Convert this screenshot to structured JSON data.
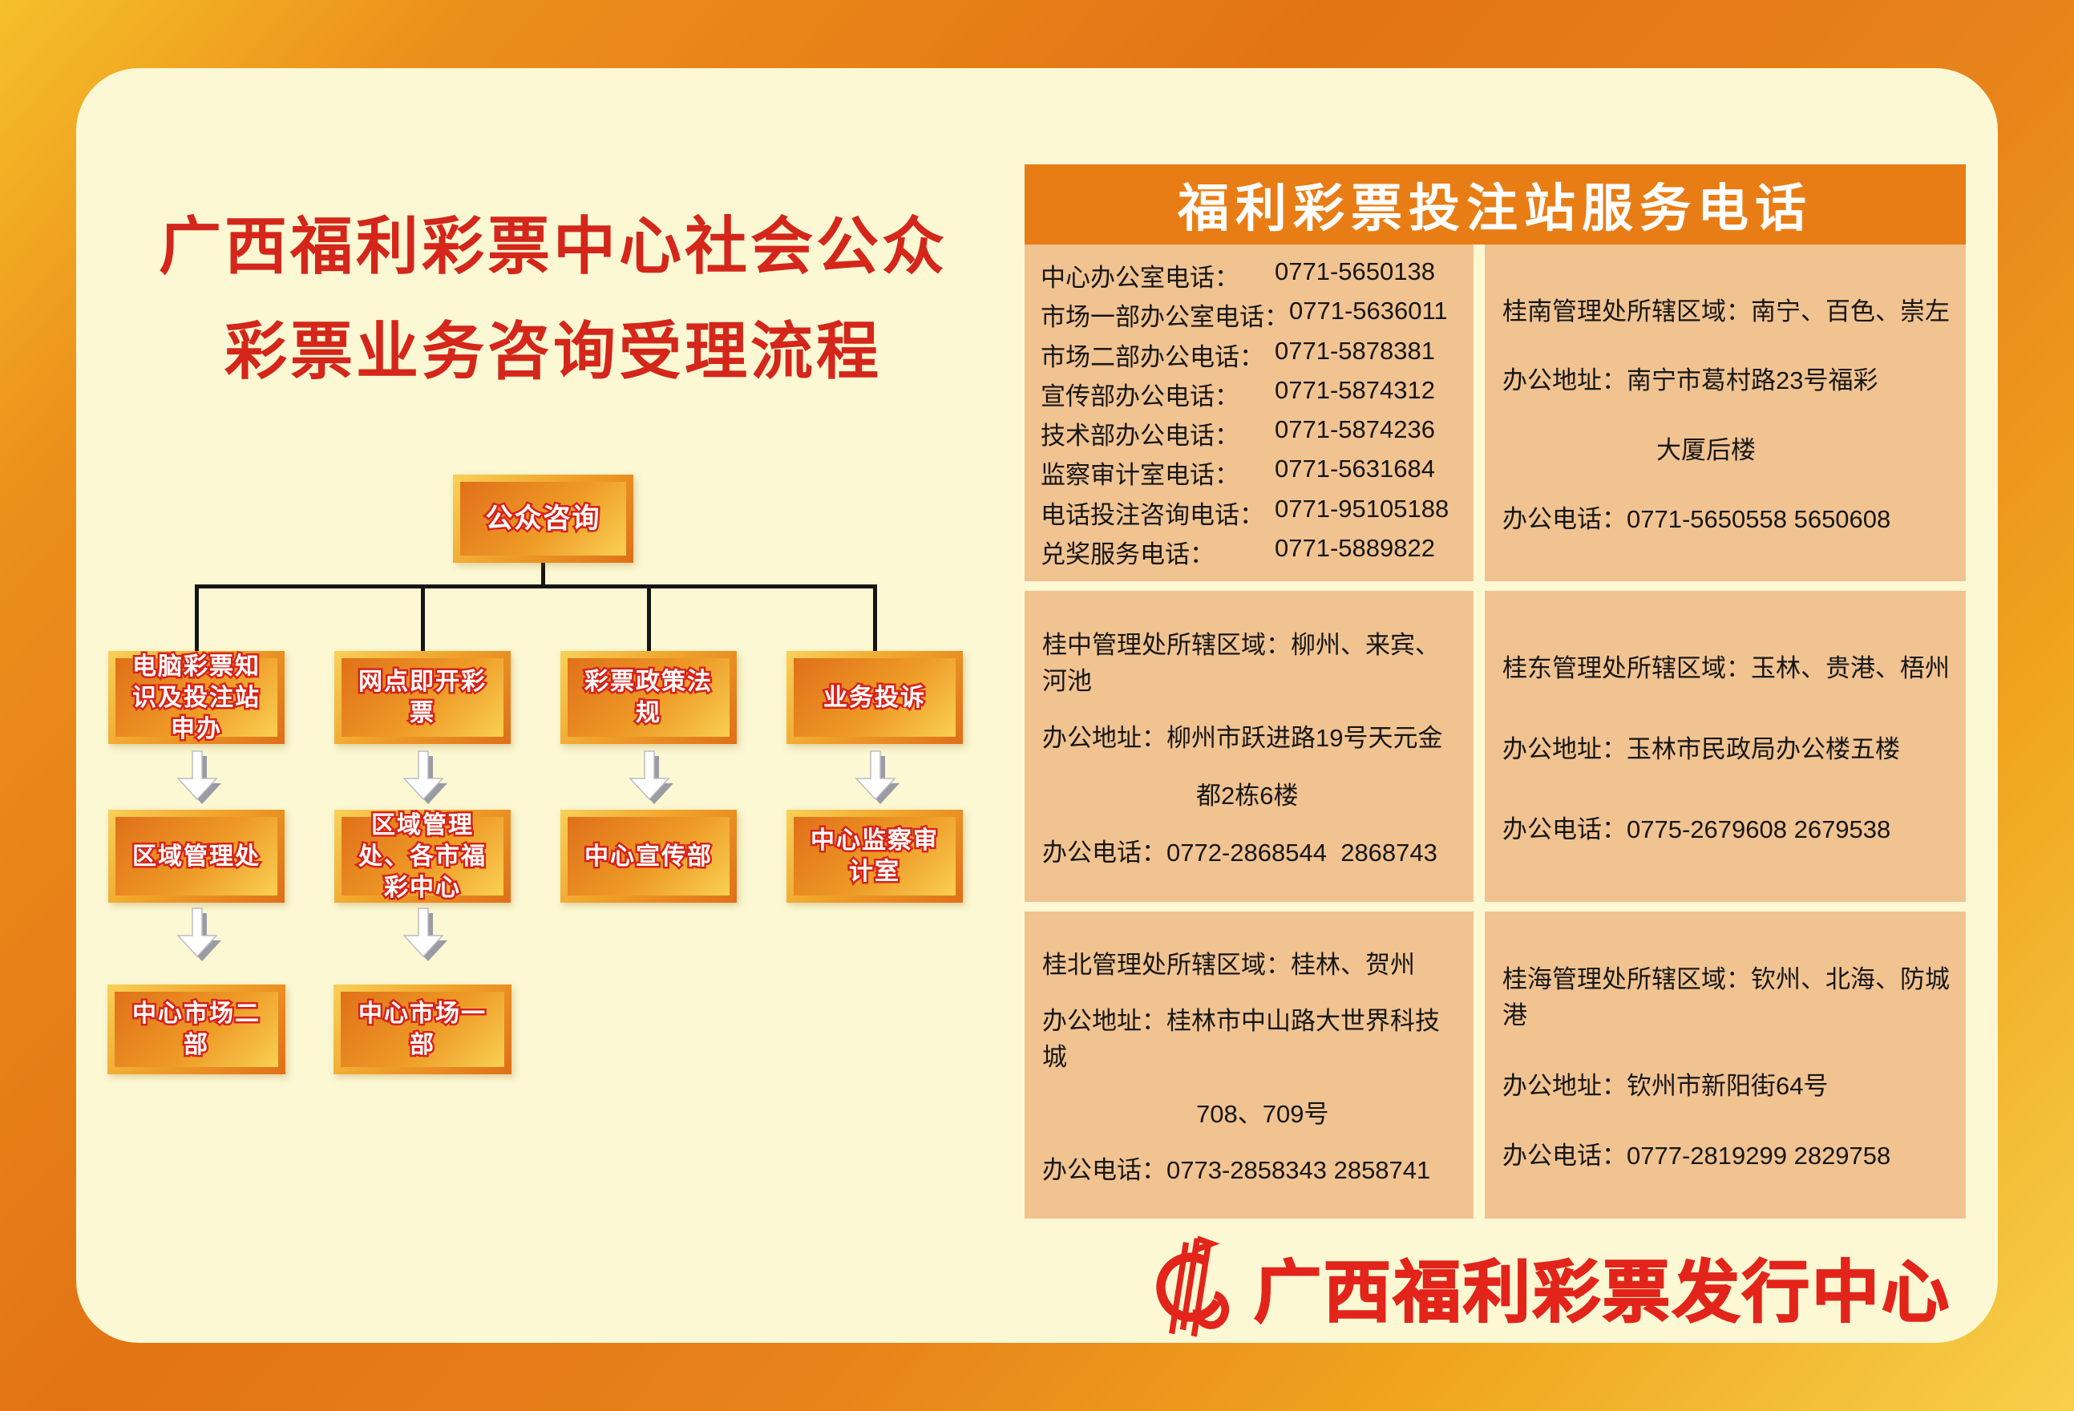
{
  "colors": {
    "accent_orange": "#e87d15",
    "card_cream": "#fbf8d3",
    "cell_tan": "#f1c391",
    "title_red": "#d4261a",
    "footer_red": "#e2241b"
  },
  "title": {
    "line1": "广西福利彩票中心社会公众",
    "line2": "彩票业务咨询受理流程"
  },
  "flowchart": {
    "root": "公众咨询",
    "level2": [
      "电脑彩票知识及投注站申办",
      "网点即开彩票",
      "彩票政策法规",
      "业务投诉"
    ],
    "level3": [
      "区域管理处",
      "区域管理处、各市福彩中心",
      "中心宣传部",
      "中心监察审计室"
    ],
    "level4": [
      "中心市场二部",
      "中心市场一部"
    ]
  },
  "phone_panel": {
    "header": "福利彩票投注站服务电话",
    "office_phones": [
      {
        "label": "中心办公室电话：",
        "number": "0771-5650138"
      },
      {
        "label": "市场一部办公室电话：",
        "number": "0771-5636011"
      },
      {
        "label": "市场二部办公电话：",
        "number": "0771-5878381"
      },
      {
        "label": "宣传部办公电话：",
        "number": "0771-5874312"
      },
      {
        "label": "技术部办公电话：",
        "number": "0771-5874236"
      },
      {
        "label": "监察审计室电话：",
        "number": "0771-5631684"
      },
      {
        "label": "电话投注咨询电话：",
        "number": "0771-95105188"
      },
      {
        "label": "兑奖服务电话：",
        "number": "0771-5889822"
      }
    ],
    "offices": [
      {
        "region_label": "桂南管理处所辖区域：",
        "region": "南宁、百色、崇左",
        "address_label": "办公地址：",
        "address": "南宁市葛村路23号福彩",
        "address2": "大厦后楼",
        "phone_label": "办公电话：",
        "phone": "0771-5650558 5650608"
      },
      {
        "region_label": "桂中管理处所辖区域：",
        "region": "柳州、来宾、河池",
        "address_label": "办公地址：",
        "address": "柳州市跃进路19号天元金",
        "address2": "都2栋6楼",
        "phone_label": "办公电话：",
        "phone": "0772-2868544  2868743"
      },
      {
        "region_label": "桂东管理处所辖区域：",
        "region": "玉林、贵港、梧州",
        "address_label": "办公地址：",
        "address": "玉林市民政局办公楼五楼",
        "address2": "",
        "phone_label": "办公电话：",
        "phone": "0775-2679608 2679538"
      },
      {
        "region_label": "桂北管理处所辖区域：",
        "region": "桂林、贺州",
        "address_label": "办公地址：",
        "address": "桂林市中山路大世界科技城",
        "address2": "708、709号",
        "phone_label": "办公电话：",
        "phone": "0773-2858343 2858741"
      },
      {
        "region_label": "桂海管理处所辖区域：",
        "region": "钦州、北海、防城港",
        "address_label": "办公地址：",
        "address": "钦州市新阳街64号",
        "address2": "",
        "phone_label": "办公电话：",
        "phone": "0777-2819299 2829758"
      }
    ]
  },
  "footer": {
    "org": "广西福利彩票发行中心"
  }
}
